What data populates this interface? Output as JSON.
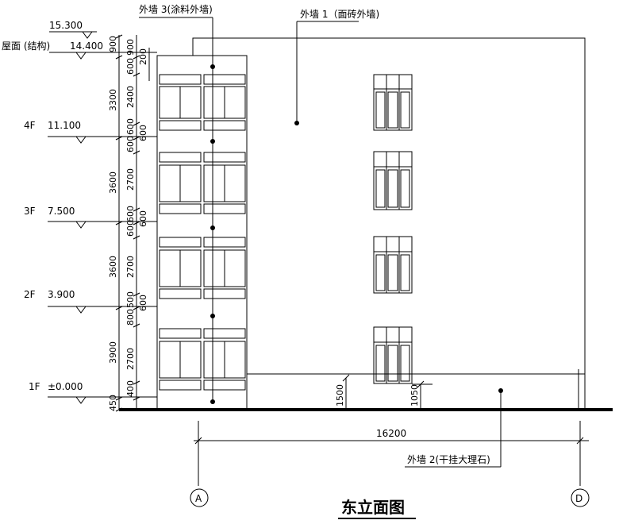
{
  "drawing": {
    "title": "东立面图",
    "callouts": {
      "wall3": "外墙 3(涂料外墙)",
      "wall1": "外墙 1（面砖外墙)",
      "wall2": "外墙 2(干挂大理石)"
    },
    "levels": {
      "top": "15.300",
      "roof_label": "屋面 (结构)",
      "roof": "14.400",
      "f4_label": "4F",
      "f4": "11.100",
      "f3_label": "3F",
      "f3": "7.500",
      "f2_label": "2F",
      "f2": "3.900",
      "f1_label": "1F",
      "f1": "±0.000"
    },
    "dims_outer": [
      "900",
      "3300",
      "3600",
      "3600",
      "3900",
      "450"
    ],
    "dims_inner": [
      "900",
      "600",
      "2400",
      "600",
      "600",
      "2700",
      "600",
      "600",
      "2700",
      "500",
      "800",
      "2700",
      "400"
    ],
    "dims_extra": [
      "200",
      "600",
      "600",
      "600"
    ],
    "dim_low1": "1500",
    "dim_low2": "1050",
    "overall_width": "16200",
    "grid_a": "A",
    "grid_d": "D"
  }
}
